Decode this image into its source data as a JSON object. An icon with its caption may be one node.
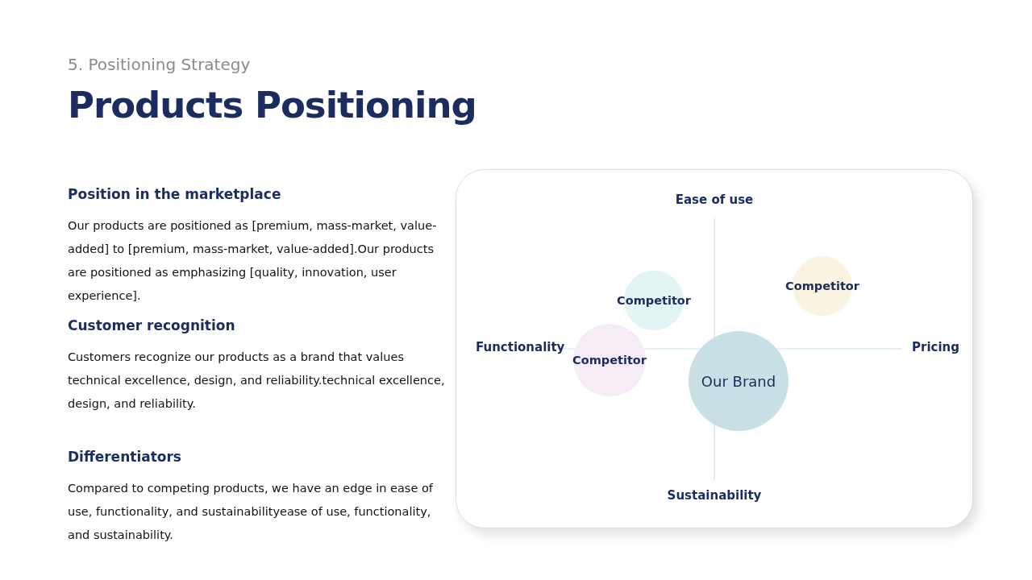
{
  "diagram": {
    "title": "Products Positioning",
    "nodes": [
      {
        "text": [
          "Competitor"
        ]
      },
      {
        "text": [
          "Competitor"
        ]
      },
      {
        "text": [
          "Competitor"
        ]
      },
      {
        "text": [
          "Our Brand"
        ]
      }
    ],
    "edges": [],
    "labels": [
      "5. Positioning Strategy",
      "Position in the marketplace",
      "Our products are positioned as [premium, mass-market, value-added] to [premium, mass-market, value-added].Our products are positioned as emphasizing [quality, innovation, user experience].",
      "Customer recognition",
      "Customers recognize our products as a brand that values technical excellence, design, and reliability.technical excellence, design, and reliability.",
      "Differentiators",
      "Compared to competing products, we have an edge in ease of use, functionality, and sustainabilityease of use, functionality, and sustainability.",
      "Ease of use",
      "Functionality",
      "Pricing",
      "Sustainability"
    ]
  }
}
